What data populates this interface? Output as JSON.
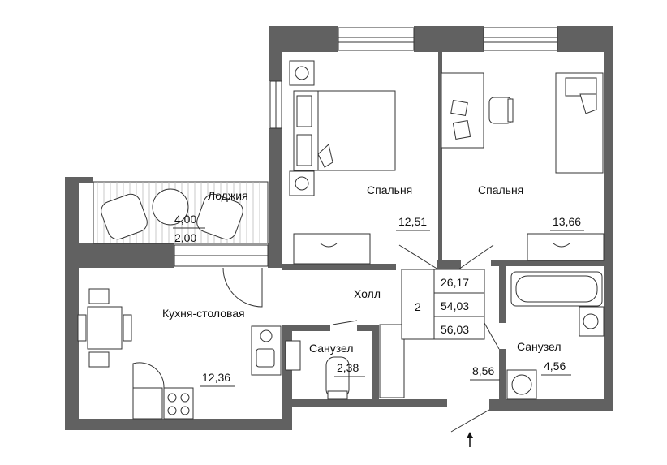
{
  "rooms": {
    "bedroom_left": {
      "name": "Спальня",
      "area": "12,51"
    },
    "bedroom_right": {
      "name": "Спальня",
      "area": "13,66"
    },
    "loggia": {
      "name": "Лоджия",
      "area_full": "4,00",
      "area_reduced": "2,00"
    },
    "kitchen": {
      "name": "Кухня-столовая",
      "area": "12,36"
    },
    "hall": {
      "name": "Холл",
      "area": "8,56"
    },
    "bath_small": {
      "name": "Санузел",
      "area": "2,38"
    },
    "bath_large": {
      "name": "Санузел",
      "area": "4,56"
    }
  },
  "summary": {
    "rooms_count": "2",
    "living_area": "26,17",
    "total_area": "54,03",
    "total_with_loggia": "56,03"
  },
  "entrance_icon": "entrance-arrow-icon",
  "colors": {
    "wall": "#616161",
    "line": "#333333",
    "background": "#ffffff"
  }
}
